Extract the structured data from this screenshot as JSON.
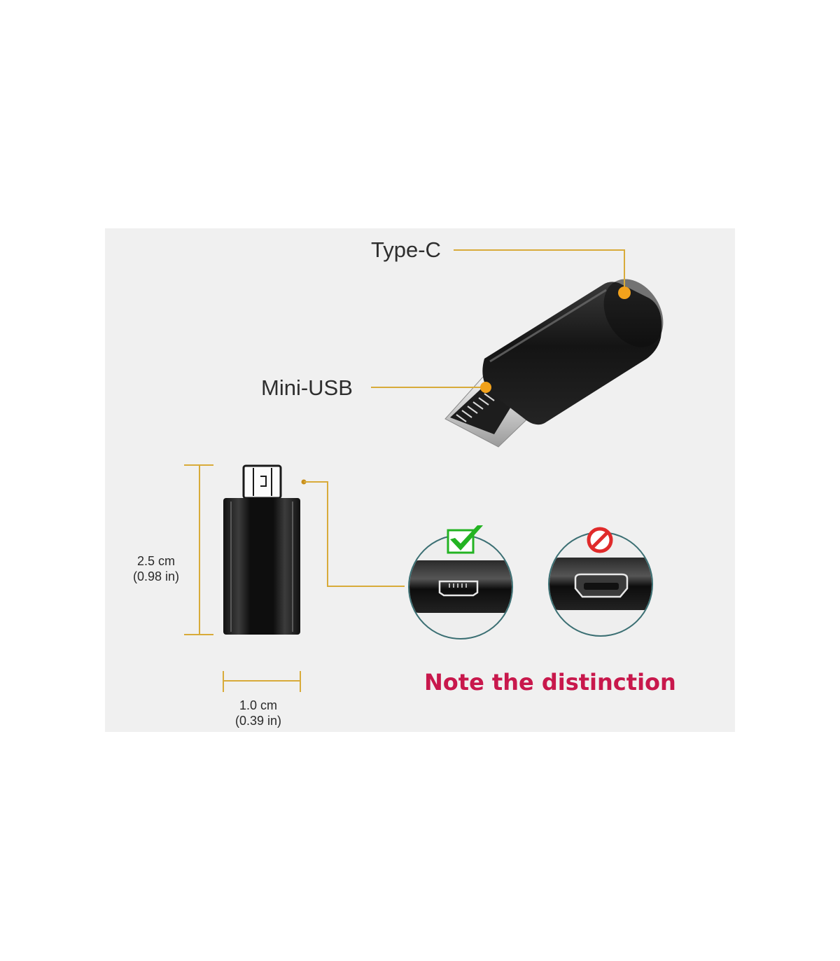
{
  "labels": {
    "type_c": "Type-C",
    "mini_usb": "Mini-USB",
    "height_cm": "2.5 cm",
    "height_in": "(0.98 in)",
    "width_cm": "1.0 cm",
    "width_in": "(0.39 in)",
    "note": "Note the distinction"
  },
  "colors": {
    "leader_line": "#d8ab3a",
    "callout_dot": "#f2a21c",
    "note_text": "#c8184c",
    "check_mark": "#23b322",
    "prohibit_sign": "#e02a2a",
    "adapter_body": "#1b1b1b",
    "panel_bg": "#f0f0f0"
  },
  "icons": {
    "correct": "check-mark-icon",
    "incorrect": "prohibit-icon"
  }
}
